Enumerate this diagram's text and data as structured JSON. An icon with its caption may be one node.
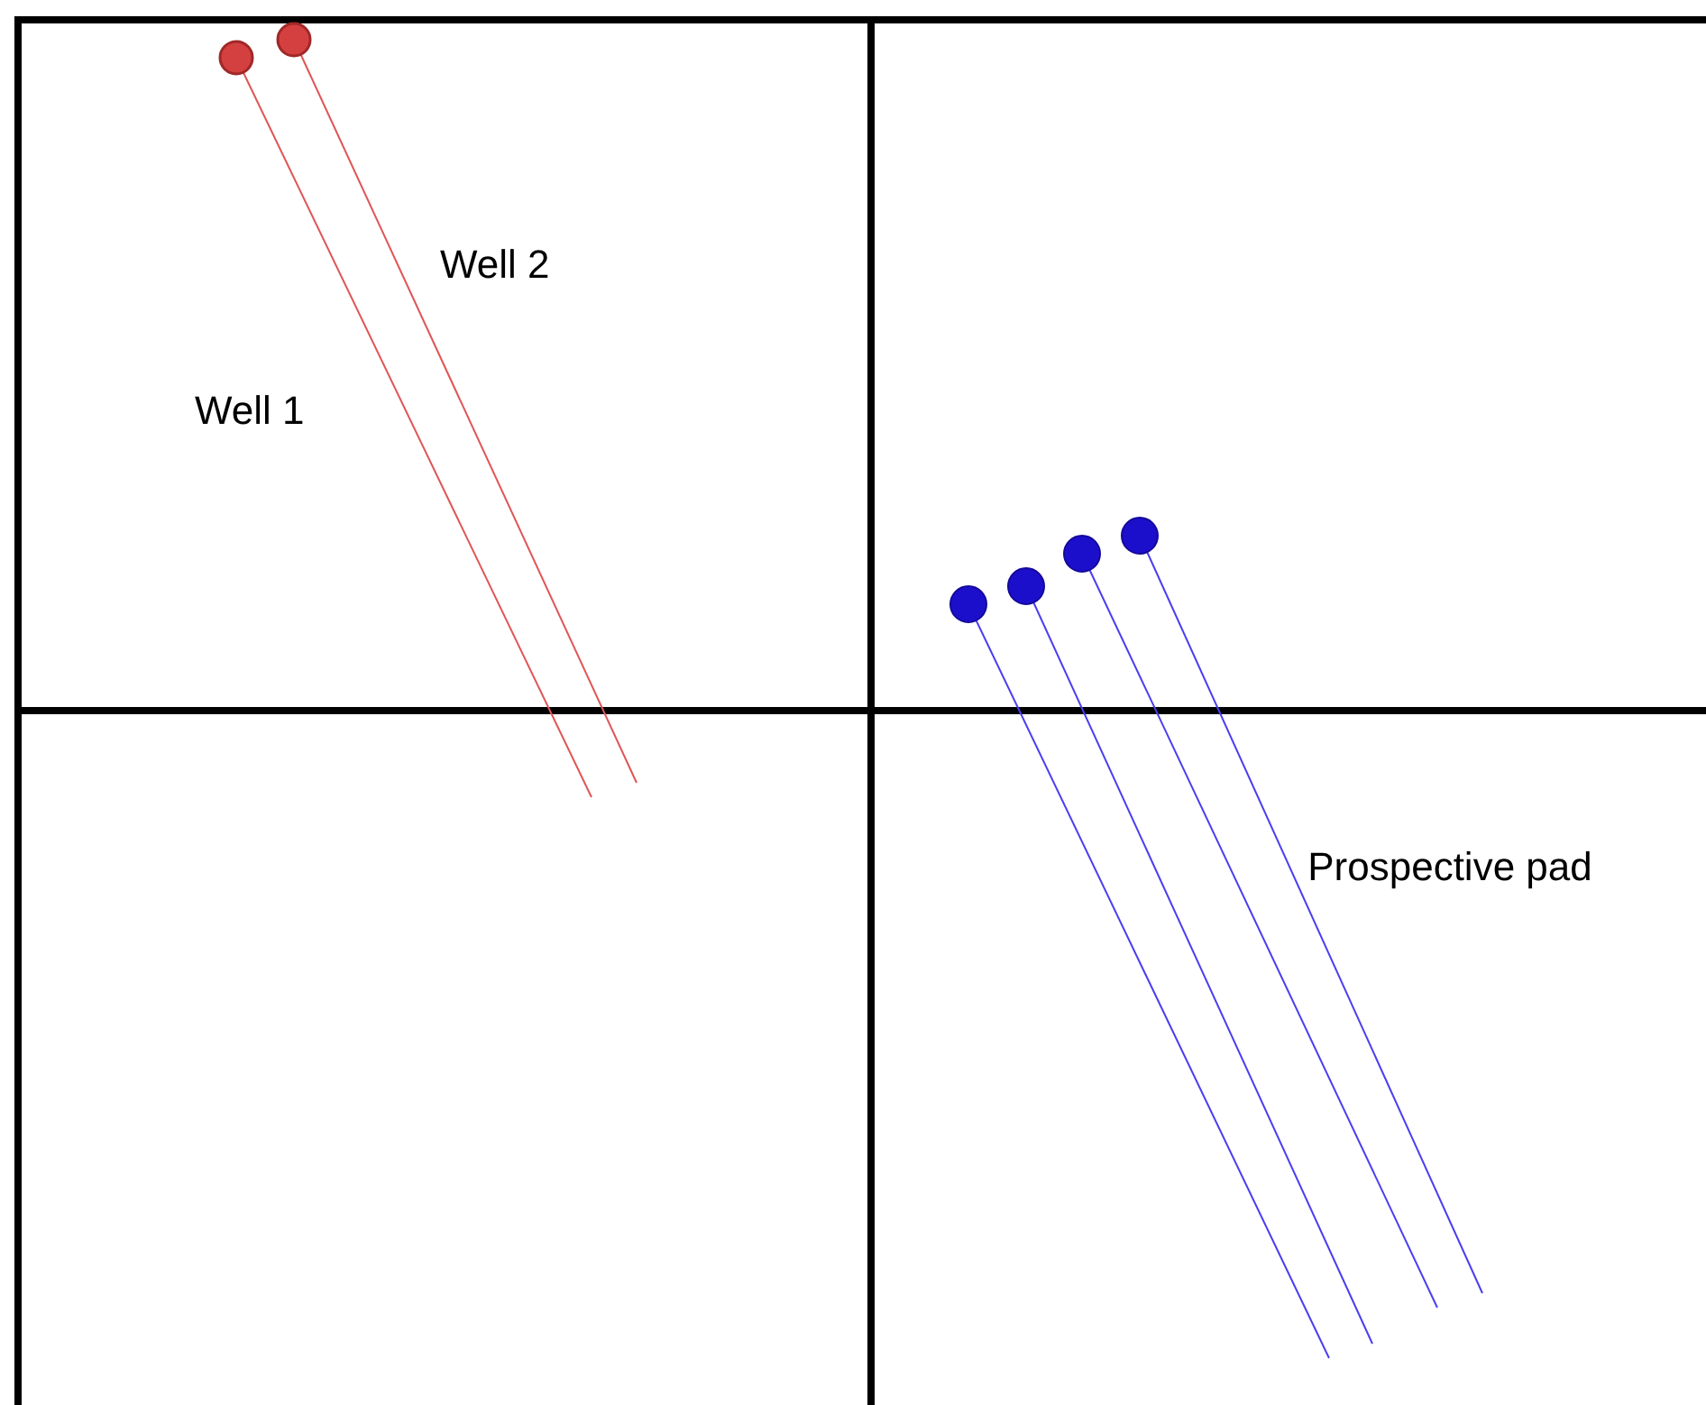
{
  "diagram": {
    "labels": [
      "Well 2",
      "Well 1",
      "Prospective pad"
    ]
  }
}
